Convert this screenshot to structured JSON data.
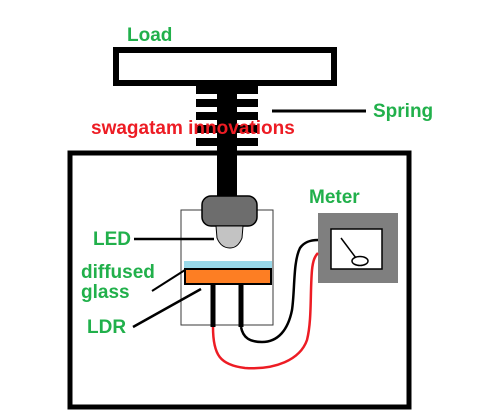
{
  "labels": {
    "load": "Load",
    "spring": "Spring",
    "watermark": "swagatam innovations",
    "meter": "Meter",
    "led": "LED",
    "diffused_glass_line1": "diffused",
    "diffused_glass_line2": "glass",
    "ldr": "LDR"
  },
  "colors": {
    "label_green": "#21b04b",
    "watermark_red": "#ed1c24",
    "ldr_orange": "#fd7e23",
    "glass_blue": "#99d9ea",
    "meter_gray": "#7f7f7f",
    "led_plunger_gray": "#6d6d6d",
    "led_bulb": "#c3c3c3",
    "wire_red": "#ed1c24",
    "wire_black": "#000000"
  }
}
